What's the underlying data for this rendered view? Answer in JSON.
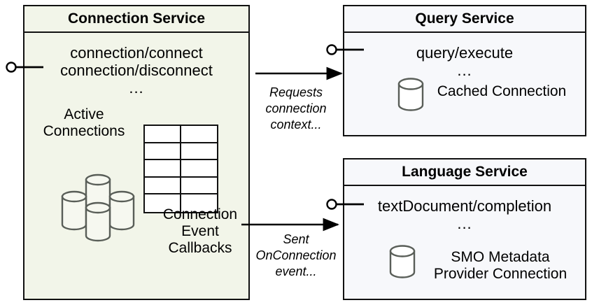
{
  "diagram": {
    "title_hidden": "",
    "colors": {
      "connection_service_fill": "#f2f5e9",
      "service_fill": "#f7f8fb",
      "stroke": "#111111",
      "cylinder_stroke": "#595e58",
      "background": "#ffffff"
    }
  },
  "connection_service": {
    "title": "Connection Service",
    "operations": [
      "connection/connect",
      "connection/disconnect"
    ],
    "operations_ellipsis": "...",
    "active_connections_label": "Active\nConnections",
    "active_connections_line1": "Active",
    "active_connections_line2": "Connections",
    "callbacks_line1": "Connection",
    "callbacks_line2": "Event",
    "callbacks_line3": "Callbacks",
    "callbacks_grid": {
      "rows": 5,
      "columns": 2
    },
    "cylinder_count": 4
  },
  "query_service": {
    "title": "Query Service",
    "operations": [
      "query/execute"
    ],
    "operations_ellipsis": "...",
    "artifact_label": "Cached Connection",
    "cylinder_count": 1
  },
  "language_service": {
    "title": "Language Service",
    "operations": [
      "textDocument/completion"
    ],
    "operations_ellipsis": "...",
    "artifact_line1": "SMO Metadata",
    "artifact_line2": "Provider Connection",
    "cylinder_count": 1
  },
  "connectors": {
    "requests": {
      "label_line1": "Requests",
      "label_line2": "connection",
      "label_line3": "context...",
      "direction": "right-to-left",
      "from": "query-service",
      "to": "connection-service"
    },
    "sent": {
      "label_line1": "Sent",
      "label_line2": "OnConnection",
      "label_line3": "event...",
      "direction": "left-to-right",
      "from": "connection-service",
      "to": "language-service"
    }
  },
  "icons": {
    "lollipop": "provided-interface-lollipop",
    "cylinder": "database-cylinder-icon",
    "grid": "table-grid-icon"
  }
}
